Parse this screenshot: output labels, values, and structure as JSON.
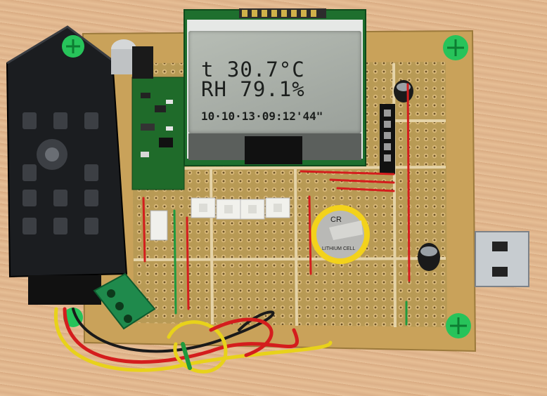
{
  "lcd": {
    "line1": "t  30.7°C",
    "line2": "RH 79.1%",
    "line3": "10·10·13·09:12'44\""
  },
  "battery_label": "CR",
  "battery_label2": "LITHIUM CELL",
  "colors": {
    "pcb": "#c9a25a",
    "pcb_green": "#1f6b2a",
    "lcd_bezel": "#1e6f2e",
    "sensor": "#1b1d20",
    "terminal": "#1f8a4c",
    "usb": "#c7ccd0",
    "wire_red": "#d41d1d",
    "wire_yellow": "#e8d21a"
  },
  "icons": [
    "mounting-screw-icon",
    "usb-plug-icon",
    "coin-cell-icon",
    "tactile-button-icon"
  ]
}
